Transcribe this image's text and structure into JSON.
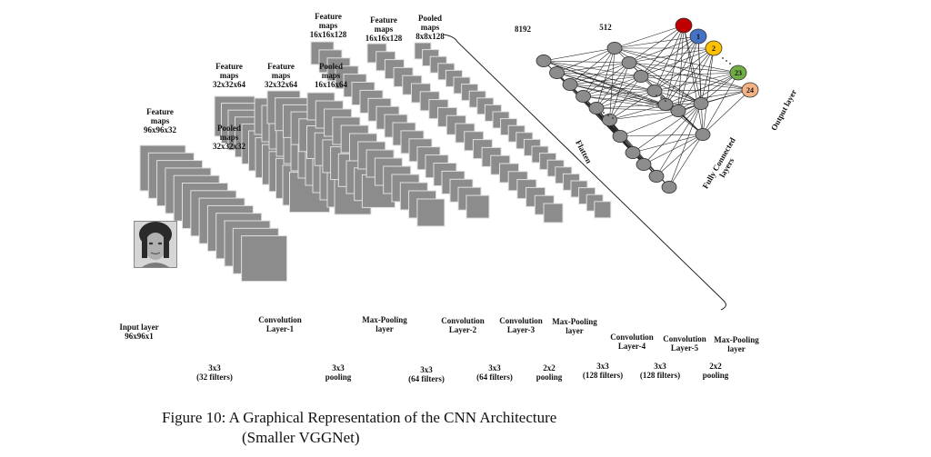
{
  "diagram": {
    "column_labels": [
      {
        "id": "fm-96",
        "text": "Feature\nmaps\n96x96x32"
      },
      {
        "id": "fm-32",
        "text": "Feature\nmaps\n32x32x64"
      },
      {
        "id": "pm-32",
        "text": "Pooled\nmaps\n32x32x32"
      },
      {
        "id": "fm-32b",
        "text": "Feature\nmaps\n32x32x64"
      },
      {
        "id": "pm-16",
        "text": "Pooled\nmaps\n16x16x64"
      },
      {
        "id": "fm-16",
        "text": "Feature\nmaps\n16x16x128"
      },
      {
        "id": "fm-16b",
        "text": "Feature\nmaps\n16x16x128"
      },
      {
        "id": "pm-8",
        "text": "Pooled\nmaps\n8x8x128"
      }
    ],
    "layer_labels": [
      {
        "id": "input",
        "text": "Input layer\n96x96x1"
      },
      {
        "id": "conv1",
        "text": "Convolution\nLayer-1"
      },
      {
        "id": "pool1",
        "text": "Max-Pooling\nlayer"
      },
      {
        "id": "conv2",
        "text": "Convolution\nLayer-2"
      },
      {
        "id": "conv3",
        "text": "Convolution\nLayer-3"
      },
      {
        "id": "pool2",
        "text": "Max-Pooling\nlayer"
      },
      {
        "id": "conv4",
        "text": "Convolution\nLayer-4"
      },
      {
        "id": "conv5",
        "text": "Convolution\nLayer-5"
      },
      {
        "id": "pool3",
        "text": "Max-Pooling\nlayer"
      }
    ],
    "op_labels": [
      {
        "id": "op1",
        "text": "3x3\n(32 filters)"
      },
      {
        "id": "op2",
        "text": "3x3\npooling"
      },
      {
        "id": "op3",
        "text": "3x3\n(64 filters)"
      },
      {
        "id": "op4",
        "text": "3x3\n(64 filters)"
      },
      {
        "id": "op5",
        "text": "2x2\npooling"
      },
      {
        "id": "op6",
        "text": "3x3\n(128 filters)"
      },
      {
        "id": "op7",
        "text": "3x3\n(128 filters)"
      },
      {
        "id": "op8",
        "text": "2x2\npooling"
      }
    ],
    "fc": {
      "count_8192": "8192",
      "count_512": "512",
      "flatten": "Flatten",
      "fully_connected": "Fully Connected\nlayers",
      "output_layer": "Output layer",
      "output_nodes": [
        {
          "label": "",
          "color": "#c00000"
        },
        {
          "label": "1",
          "color": "#4472c4"
        },
        {
          "label": "2",
          "color": "#ffc000"
        },
        {
          "label": "23",
          "color": "#70ad47"
        },
        {
          "label": "24",
          "color": "#f4b183"
        }
      ]
    },
    "colors": {
      "map_fill": "#8c8c8c",
      "map_edge": "#e0e0e0",
      "node_fill": "#8c8c8c"
    }
  },
  "caption": {
    "line1": "Figure 10: A Graphical Representation of the CNN Architecture",
    "line2": "(Smaller VGGNet)"
  }
}
